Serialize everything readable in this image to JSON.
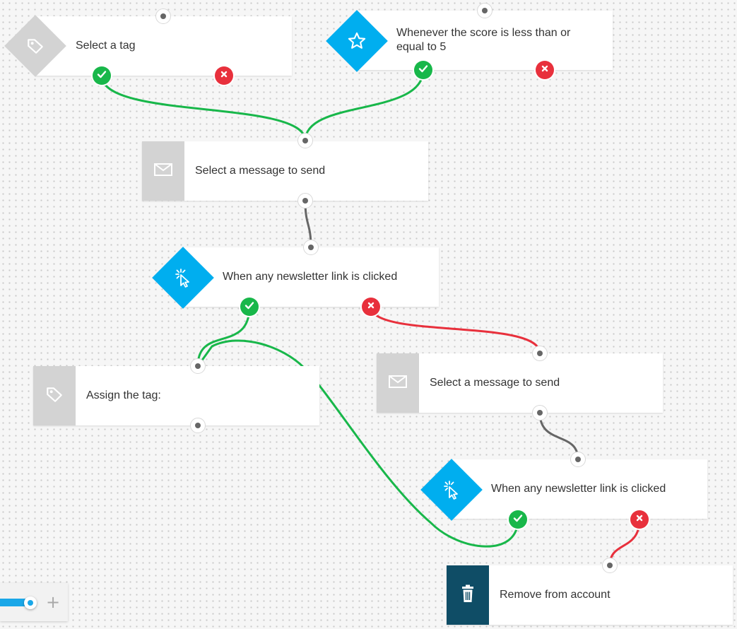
{
  "nodes": {
    "select_tag": {
      "label": "Select a tag",
      "icon": "tag-icon"
    },
    "score_condition": {
      "label": "Whenever the score is less than or equal to 5",
      "icon": "star-icon"
    },
    "send_message_1": {
      "label": "Select a message to send",
      "icon": "envelope-icon"
    },
    "link_clicked_1": {
      "label": "When any newsletter link is clicked",
      "icon": "cursor-click-icon"
    },
    "assign_tag": {
      "label": "Assign the tag:",
      "icon": "tag-icon"
    },
    "send_message_2": {
      "label": "Select a message to send",
      "icon": "envelope-icon"
    },
    "link_clicked_2": {
      "label": "When any newsletter link is clicked",
      "icon": "cursor-click-icon"
    },
    "remove_account": {
      "label": "Remove from account",
      "icon": "trash-icon"
    }
  },
  "zoom": {
    "plus_label": "+",
    "level": 0.45
  },
  "colors": {
    "yes": "#18b74a",
    "no": "#e8303c",
    "neutral_wire": "#666666",
    "condition_blue": "#00aeef",
    "action_dark": "#0f4d66",
    "icon_gray": "#d3d3d3"
  }
}
